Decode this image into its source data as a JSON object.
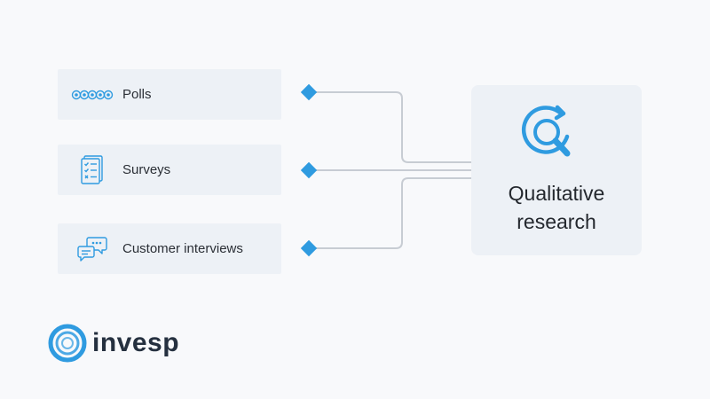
{
  "sources": [
    {
      "label": "Polls",
      "icon": "poll-icon"
    },
    {
      "label": "Surveys",
      "icon": "survey-icon"
    },
    {
      "label": "Customer interviews",
      "icon": "chat-bubbles-icon"
    }
  ],
  "target": {
    "title_line1": "Qualitative",
    "title_line2": "research",
    "icon": "magnifier-refresh-icon"
  },
  "logo": {
    "text": "invesp"
  },
  "colors": {
    "accent": "#2f9be0",
    "connector": "#c7ccd3",
    "card": "#edf1f6",
    "background": "#f8f9fb"
  }
}
